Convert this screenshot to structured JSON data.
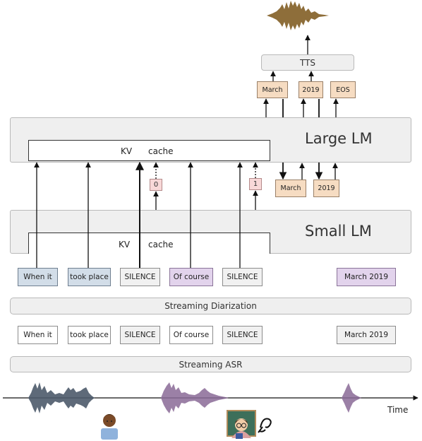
{
  "large_lm": {
    "title": "Large LM",
    "kv": "KV",
    "cache": "cache"
  },
  "small_lm": {
    "title": "Small LM",
    "kv": "KV",
    "cache": "cache"
  },
  "tts": "TTS",
  "output_tokens": [
    "March",
    "2019",
    "EOS"
  ],
  "draft_tokens": [
    "March",
    "2019"
  ],
  "flags": [
    "0",
    "1"
  ],
  "diarized_tokens": [
    "When it",
    "took place",
    "SILENCE",
    "Of course",
    "SILENCE",
    "March 2019"
  ],
  "streaming_diarization": "Streaming Diarization",
  "asr_tokens": [
    "When it",
    "took place",
    "SILENCE",
    "Of course",
    "SILENCE",
    "March 2019"
  ],
  "streaming_asr": "Streaming ASR",
  "time_label": "Time",
  "colors": {
    "speaker1": "#4c5a6a",
    "speaker2": "#8a6a96",
    "output_audio": "#8e6e3a",
    "token_tan": "#f6dcc2",
    "flag_pink": "#f8d8d8"
  }
}
